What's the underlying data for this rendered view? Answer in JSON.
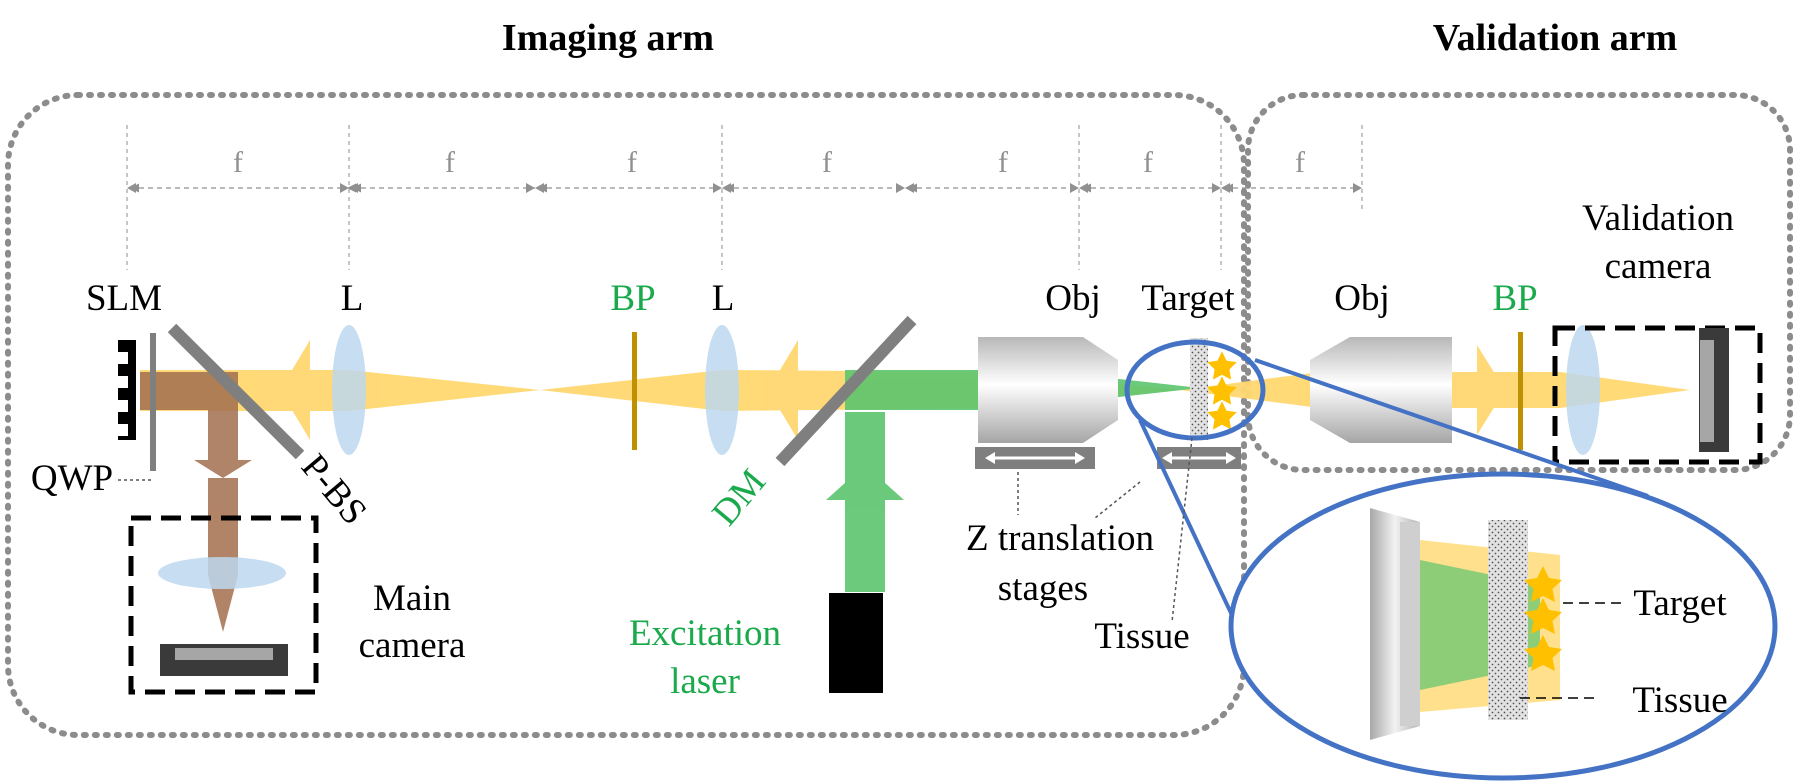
{
  "titles": {
    "imaging_arm": "Imaging arm",
    "validation_arm": "Validation arm"
  },
  "dimension_label": "f",
  "labels": {
    "slm": "SLM",
    "lens1": "L",
    "bp1": "BP",
    "lens2": "L",
    "obj1": "Obj",
    "target_top": "Target",
    "obj2": "Obj",
    "bp2": "BP",
    "validation_camera_line1": "Validation",
    "validation_camera_line2": "camera",
    "qwp": "QWP",
    "pbs": "P-BS",
    "dm": "DM",
    "main_camera_line1": "Main",
    "main_camera_line2": "camera",
    "excitation_line1": "Excitation",
    "excitation_line2": "laser",
    "z_stage_line1": "Z translation",
    "z_stage_line2": "stages",
    "tissue_main": "Tissue",
    "inset_target": "Target",
    "inset_tissue": "Tissue"
  },
  "colors": {
    "imaging_beam": "#ffd870",
    "excitation_beam": "#5cc46e",
    "return_beam": "#a36f4e",
    "lens": "#bdd7ee",
    "bandpass": "#bf9000",
    "inset_outline": "#4472c4",
    "star": "#ffc000",
    "mirror": "#7f7f7f",
    "enclosure": "#8c8c8c"
  }
}
